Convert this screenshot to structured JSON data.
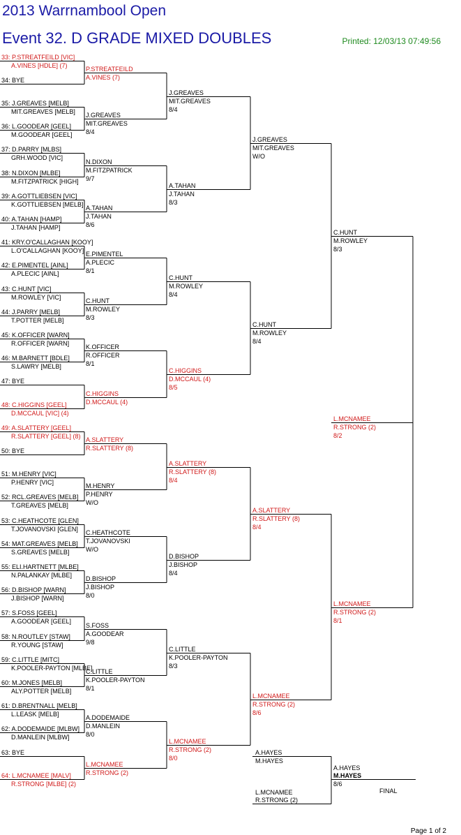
{
  "header": {
    "title": "2013 Warrnambool Open",
    "event": "Event 32. D GRADE MIXED DOUBLES",
    "printed": "Printed: 12/03/13 07:49:56"
  },
  "footer": {
    "page": "Page 1 of 2"
  },
  "colors": {
    "title": "#1a1aa6",
    "printed": "#1f8a1f",
    "seed": "#d01818",
    "lines": "#000000"
  },
  "final_label": "FINAL",
  "round1": [
    {
      "l1": "33: P.STREATFEILD [VIC]",
      "l2": "A.VINES [HDLE] (7)",
      "red": true
    },
    {
      "l1": "34: BYE",
      "l2": "",
      "red": false
    },
    {
      "l1": "35: J.GREAVES [MELB]",
      "l2": "MIT.GREAVES [MELB]",
      "red": false
    },
    {
      "l1": "36: L.GOODEAR [GEEL]",
      "l2": "M.GOODEAR [GEEL]",
      "red": false
    },
    {
      "l1": "37: D.PARRY [MLBS]",
      "l2": "GRH.WOOD [VIC]",
      "red": false
    },
    {
      "l1": "38: N.DIXON [MLBE]",
      "l2": "M.FITZPATRICK [HIGH]",
      "red": false
    },
    {
      "l1": "39: A.GOTTLIEBSEN [VIC]",
      "l2": "K.GOTTLIEBSEN [MELB]",
      "red": false
    },
    {
      "l1": "40: A.TAHAN [HAMP]",
      "l2": "J.TAHAN [HAMP]",
      "red": false
    },
    {
      "l1": "41: KRY.O'CALLAGHAN [KOOY]",
      "l2": "L.O'CALLAGHAN [KOOY]",
      "red": false
    },
    {
      "l1": "42: E.PIMENTEL [AINL]",
      "l2": "A.PLECIC [AINL]",
      "red": false
    },
    {
      "l1": "43: C.HUNT [VIC]",
      "l2": "M.ROWLEY [VIC]",
      "red": false
    },
    {
      "l1": "44: J.PARRY [MELB]",
      "l2": "T.POTTER [MELB]",
      "red": false
    },
    {
      "l1": "45: K.OFFICER [WARN]",
      "l2": "R.OFFICER [WARN]",
      "red": false
    },
    {
      "l1": "46: M.BARNETT [BDLE]",
      "l2": "S.LAWRY [MELB]",
      "red": false
    },
    {
      "l1": "47: BYE",
      "l2": "",
      "red": false
    },
    {
      "l1": "48: C.HIGGINS [GEEL]",
      "l2": "D.MCCAUL [VIC] (4)",
      "red": true
    },
    {
      "l1": "49: A.SLATTERY [GEEL]",
      "l2": "R.SLATTERY [GEEL] (8)",
      "red": true
    },
    {
      "l1": "50: BYE",
      "l2": "",
      "red": false
    },
    {
      "l1": "51: M.HENRY [VIC]",
      "l2": "P.HENRY [VIC]",
      "red": false
    },
    {
      "l1": "52: RCL.GREAVES [MELB]",
      "l2": "T.GREAVES [MELB]",
      "red": false
    },
    {
      "l1": "53: C.HEATHCOTE [GLEN]",
      "l2": "T.JOVANOVSKI [GLEN]",
      "red": false
    },
    {
      "l1": "54: MAT.GREAVES [MELB]",
      "l2": "S.GREAVES [MELB]",
      "red": false
    },
    {
      "l1": "55: ELI.HARTNETT [MLBE]",
      "l2": "N.PALANKAY [MLBE]",
      "red": false
    },
    {
      "l1": "56: D.BISHOP [WARN]",
      "l2": "J.BISHOP [WARN]",
      "red": false
    },
    {
      "l1": "57: S.FOSS [GEEL]",
      "l2": "A.GOODEAR [GEEL]",
      "red": false
    },
    {
      "l1": "58: N.ROUTLEY [STAW]",
      "l2": "R.YOUNG [STAW]",
      "red": false
    },
    {
      "l1": "59: C.LITTLE [MITC]",
      "l2": "K.POOLER-PAYTON [MLBE]",
      "red": false
    },
    {
      "l1": "60: M.JONES [MELB]",
      "l2": "ALY.POTTER [MELB]",
      "red": false
    },
    {
      "l1": "61: D.BRENTNALL [MELB]",
      "l2": "L.LEASK [MELB]",
      "red": false
    },
    {
      "l1": "62: A.DODEMAIDE [MLBW]",
      "l2": "D.MANLEIN [MLBW]",
      "red": false
    },
    {
      "l1": "63: BYE",
      "l2": "",
      "red": false
    },
    {
      "l1": "64: L.MCNAMEE [MALV]",
      "l2": "R.STRONG [MLBE] (2)",
      "red": true
    }
  ],
  "round2": [
    {
      "l1": "P.STREATFEILD",
      "l2": "A.VINES (7)",
      "score": "",
      "red": true
    },
    {
      "l1": "J.GREAVES",
      "l2": "MIT.GREAVES",
      "score": "8/4",
      "red": false
    },
    {
      "l1": "N.DIXON",
      "l2": "M.FITZPATRICK",
      "score": "9/7",
      "red": false
    },
    {
      "l1": "A.TAHAN",
      "l2": "J.TAHAN",
      "score": "8/6",
      "red": false
    },
    {
      "l1": "E.PIMENTEL",
      "l2": "A.PLECIC",
      "score": "8/1",
      "red": false
    },
    {
      "l1": "C.HUNT",
      "l2": "M.ROWLEY",
      "score": "8/3",
      "red": false
    },
    {
      "l1": "K.OFFICER",
      "l2": "R.OFFICER",
      "score": "8/1",
      "red": false
    },
    {
      "l1": "C.HIGGINS",
      "l2": "D.MCCAUL (4)",
      "score": "",
      "red": true
    },
    {
      "l1": "A.SLATTERY",
      "l2": "R.SLATTERY (8)",
      "score": "",
      "red": true
    },
    {
      "l1": "M.HENRY",
      "l2": "P.HENRY",
      "score": "W/O",
      "red": false
    },
    {
      "l1": "C.HEATHCOTE",
      "l2": "T.JOVANOVSKI",
      "score": "W/O",
      "red": false
    },
    {
      "l1": "D.BISHOP",
      "l2": "J.BISHOP",
      "score": "8/0",
      "red": false
    },
    {
      "l1": "S.FOSS",
      "l2": "A.GOODEAR",
      "score": "9/8",
      "red": false
    },
    {
      "l1": "C.LITTLE",
      "l2": "K.POOLER-PAYTON",
      "score": "8/1",
      "red": false
    },
    {
      "l1": "A.DODEMAIDE",
      "l2": "D.MANLEIN",
      "score": "8/0",
      "red": false
    },
    {
      "l1": "L.MCNAMEE",
      "l2": "R.STRONG (2)",
      "score": "",
      "red": true
    }
  ],
  "round3": [
    {
      "l1": "J.GREAVES",
      "l2": "MIT.GREAVES",
      "score": "8/4",
      "red": false
    },
    {
      "l1": "A.TAHAN",
      "l2": "J.TAHAN",
      "score": "8/3",
      "red": false
    },
    {
      "l1": "C.HUNT",
      "l2": "M.ROWLEY",
      "score": "8/4",
      "red": false
    },
    {
      "l1": "C.HIGGINS",
      "l2": "D.MCCAUL (4)",
      "score": "8/5",
      "red": true
    },
    {
      "l1": "A.SLATTERY",
      "l2": "R.SLATTERY (8)",
      "score": "8/4",
      "red": true
    },
    {
      "l1": "D.BISHOP",
      "l2": "J.BISHOP",
      "score": "8/4",
      "red": false
    },
    {
      "l1": "C.LITTLE",
      "l2": "K.POOLER-PAYTON",
      "score": "8/3",
      "red": false
    },
    {
      "l1": "L.MCNAMEE",
      "l2": "R.STRONG (2)",
      "score": "8/0",
      "red": true
    }
  ],
  "round4": [
    {
      "l1": "J.GREAVES",
      "l2": "MIT.GREAVES",
      "score": "W/O",
      "red": false
    },
    {
      "l1": "C.HUNT",
      "l2": "M.ROWLEY",
      "score": "8/4",
      "red": false
    },
    {
      "l1": "A.SLATTERY",
      "l2": "R.SLATTERY (8)",
      "score": "8/4",
      "red": true
    },
    {
      "l1": "L.MCNAMEE",
      "l2": "R.STRONG (2)",
      "score": "8/6",
      "red": true
    }
  ],
  "round5": [
    {
      "l1": "C.HUNT",
      "l2": "M.ROWLEY",
      "score": "8/3",
      "red": false
    },
    {
      "l1": "L.MCNAMEE",
      "l2": "R.STRONG (2)",
      "score": "8/1",
      "red": true
    }
  ],
  "round6": [
    {
      "l1": "L.MCNAMEE",
      "l2": "R.STRONG (2)",
      "score": "8/2",
      "red": true
    }
  ],
  "final_players": [
    {
      "l1": "A.HAYES",
      "l2": "M.HAYES"
    },
    {
      "l1": "L.MCNAMEE",
      "l2": "R.STRONG (2)"
    }
  ],
  "champion": {
    "l1": "A.HAYES",
    "l2": "M.HAYES",
    "score": "8/6"
  }
}
